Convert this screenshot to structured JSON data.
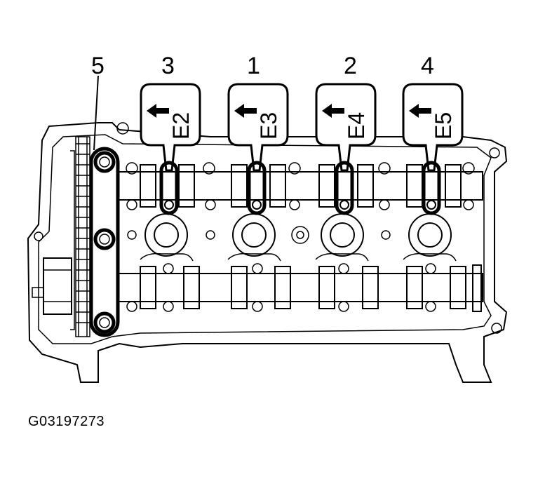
{
  "bolts": [
    {
      "number": "3",
      "code": "E2"
    },
    {
      "number": "1",
      "code": "E3"
    },
    {
      "number": "2",
      "code": "E4"
    },
    {
      "number": "4",
      "code": "E5"
    }
  ],
  "chain_guide": {
    "number": "5"
  },
  "figure_id": "G03197273",
  "colors": {
    "line": "#000000",
    "background": "#ffffff"
  }
}
